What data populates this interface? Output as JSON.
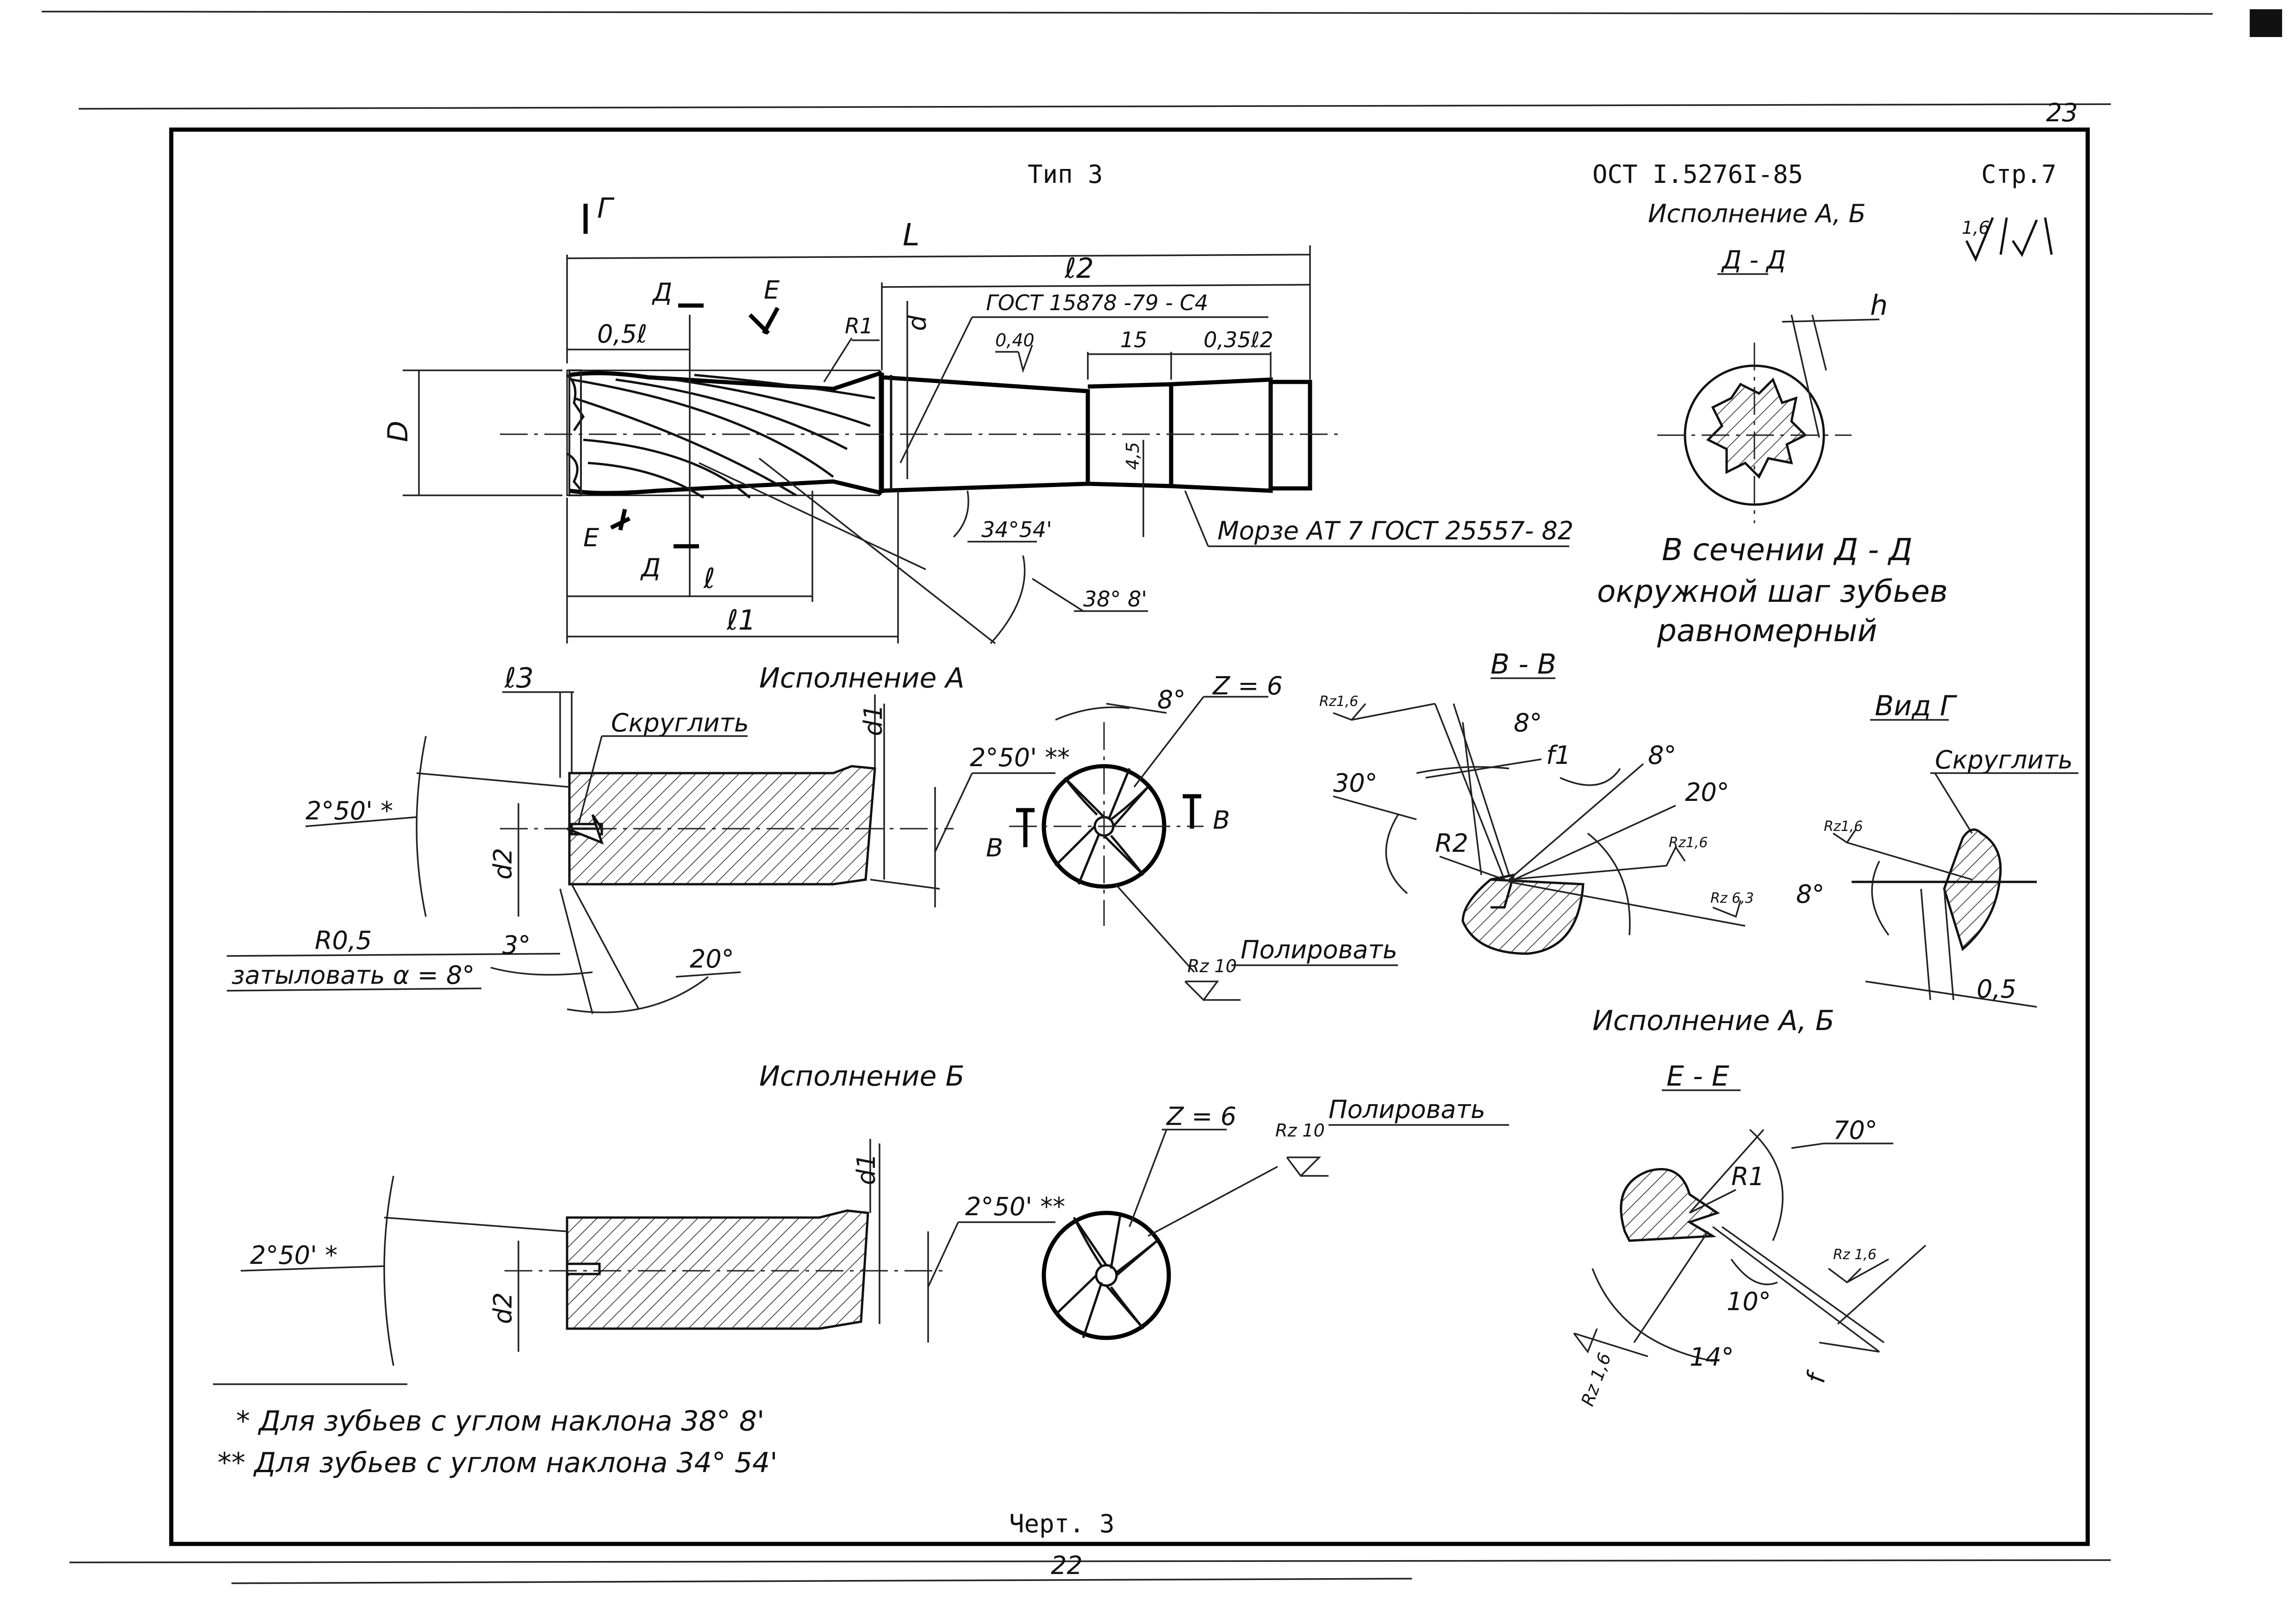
{
  "header": {
    "type": "Тип 3",
    "standard": "ОСТ I.5276I-85",
    "page": "Стр.7",
    "corner_number": "23",
    "roughness_general": "1,6"
  },
  "footer": {
    "caption": "Черт. 3",
    "sheet_number": "22"
  },
  "main_view": {
    "section_marks": [
      "Г",
      "Д",
      "Д",
      "Е",
      "Е"
    ],
    "dims": {
      "L": "L",
      "l2": "ℓ2",
      "half_l": "0,5ℓ",
      "r1": "R1",
      "d": "d",
      "D": "D",
      "l": "ℓ",
      "l1": "ℓ1",
      "v040": "0,40",
      "v15": "15",
      "v035l2": "0,35ℓ2",
      "v4_5": "4,5",
      "a34": "34°54'",
      "a38": "38° 8'"
    },
    "gost_15878": "ГОСТ 15878 -79 - С4",
    "morse": "Морзе АТ 7 ГОСТ 25557- 82"
  },
  "section_dd": {
    "execution": "Исполнение А, Б",
    "title": "Д - Д",
    "h": "h",
    "note": [
      "В сечении Д - Д",
      "окружной шаг зубьев",
      "равномерный"
    ]
  },
  "exec_a": {
    "title": "Исполнение А",
    "l3": "ℓ3",
    "round": "Скруглить",
    "d1": "d1",
    "d2": "d2",
    "a250": "2°50' *",
    "a250b": "2°50' **",
    "r05": "R0,5",
    "back": "затыловать α = 8°",
    "a3": "3°",
    "a20": "20°",
    "a8": "8°",
    "z": "Z = 6",
    "b1": "В",
    "b2": "В",
    "rz10": "Rz 10",
    "polish": "Полировать"
  },
  "section_bb": {
    "title": "В - В",
    "rz16a": "Rz1,6",
    "a8a": "8°",
    "f1": "f1",
    "a8b": "8°",
    "a30": "30°",
    "a20": "20°",
    "rz16b": "Rz1,6",
    "r2": "R2",
    "rz63": "Rz 6,3"
  },
  "view_g": {
    "title": "Вид Г",
    "round": "Скруглить",
    "rz16": "Rz1,6",
    "a8": "8°",
    "v05": "0,5"
  },
  "exec_b": {
    "title": "Исполнение Б",
    "d1": "d1",
    "d2": "d2",
    "a250": "2°50' *",
    "a250b": "2°50' **",
    "z": "Z = 6",
    "rz10": "Rz 10",
    "polish": "Полировать"
  },
  "section_ee": {
    "execution": "Исполнение А, Б",
    "title": "Е - Е",
    "a70": "70°",
    "r1": "R1",
    "rz16a": "Rz 1,6",
    "a10": "10°",
    "a14": "14°",
    "rz16b": "Rz 1,6",
    "f": "f"
  },
  "notes": [
    "* Для зубьев с углом наклона 38° 8'",
    "** Для зубьев с углом наклона 34° 54'"
  ]
}
